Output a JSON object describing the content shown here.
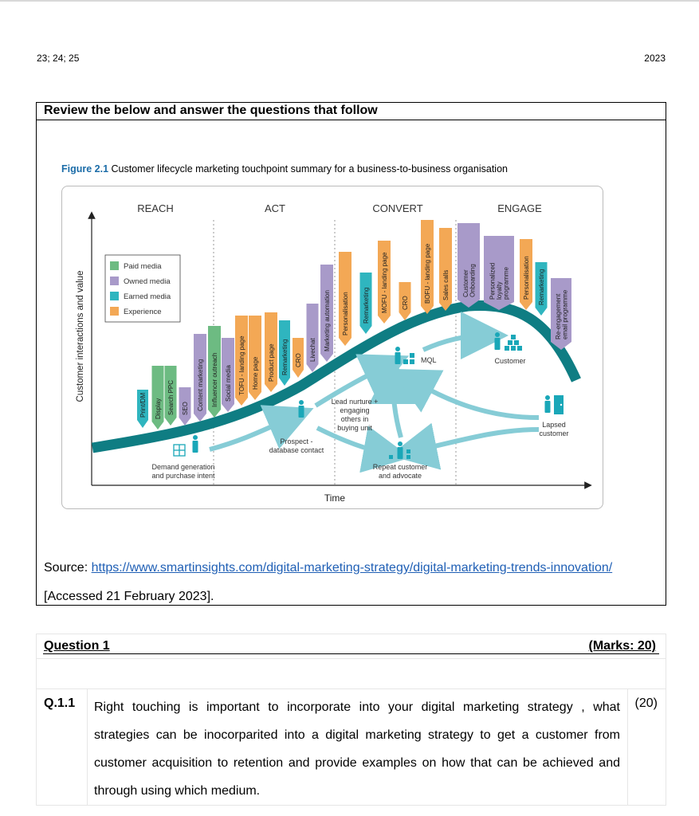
{
  "header": {
    "left": "23; 24; 25",
    "right": "2023"
  },
  "review": {
    "title": "Review the below  and answer the questions that follow",
    "figure_number": "Figure 2.1",
    "figure_caption": "Customer lifecycle marketing touchpoint summary for a business-to-business organisation",
    "source_label": "Source: ",
    "source_link": "https://www.smartinsights.com/digital-marketing-strategy/digital-marketing-trends-innovation/ ",
    "source_accessed": "[Accessed 21 February 2023]."
  },
  "diagram": {
    "stages": [
      "REACH",
      "ACT",
      "CONVERT",
      "ENGAGE"
    ],
    "y_axis_label": "Customer interactions and value",
    "x_axis_label": "Time",
    "legend": [
      {
        "label": "Paid media",
        "color": "#6dbb82"
      },
      {
        "label": "Owned media",
        "color": "#a89ac9"
      },
      {
        "label": "Earned media",
        "color": "#2fb5bf"
      },
      {
        "label": "Experience",
        "color": "#f3a855"
      }
    ],
    "touchpoints": [
      {
        "label": "Print/DM",
        "type": "Earned media"
      },
      {
        "label": "Display",
        "type": "Paid media"
      },
      {
        "label": "Search PPC",
        "type": "Paid media"
      },
      {
        "label": "SEO",
        "type": "Owned media"
      },
      {
        "label": "Content marketing",
        "type": "Owned media"
      },
      {
        "label": "Influencer outreach",
        "type": "Paid media"
      },
      {
        "label": "Social media",
        "type": "Owned media"
      },
      {
        "label": "TOFU - landing page",
        "type": "Experience"
      },
      {
        "label": "Home page",
        "type": "Experience"
      },
      {
        "label": "Product page",
        "type": "Experience"
      },
      {
        "label": "Remarketing",
        "type": "Earned media"
      },
      {
        "label": "CRO",
        "type": "Experience"
      },
      {
        "label": "Livechat",
        "type": "Owned media"
      },
      {
        "label": "Marketing automation",
        "type": "Owned media"
      },
      {
        "label": "Personalisation",
        "type": "Experience"
      },
      {
        "label": "Remarketing",
        "type": "Earned media"
      },
      {
        "label": "MOFU - landing page",
        "type": "Experience"
      },
      {
        "label": "CRO",
        "type": "Experience"
      },
      {
        "label": "BOFU - landing page",
        "type": "Experience"
      },
      {
        "label": "Sales calls",
        "type": "Experience"
      },
      {
        "label": "Customer Onboarding",
        "type": "Owned media"
      },
      {
        "label": "Personalized loyalty programme",
        "type": "Owned media"
      },
      {
        "label": "Personalisation",
        "type": "Experience"
      },
      {
        "label": "Remarketing",
        "type": "Earned media"
      },
      {
        "label": "Re-engagement email programme",
        "type": "Owned media"
      }
    ],
    "nodes": {
      "demand": [
        "Demand generation",
        "and purchase intent"
      ],
      "prospect": [
        "Prospect -",
        "database contact"
      ],
      "lead": [
        "Lead nurture +",
        "engaging",
        "others in",
        "buying unit"
      ],
      "mql": "MQL",
      "customer": "Customer",
      "repeat": [
        "Repeat customer",
        "and advocate"
      ],
      "lapsed": [
        "Lapsed",
        "customer"
      ]
    }
  },
  "question": {
    "title": "Question 1",
    "marks": "(Marks: 20)",
    "number": "Q.1.1",
    "text": "Right touching is important to incorporate into your digital marketing strategy , what strategies can be inocorparited into a digital marketing strategy to get a customer from customer acquisition to retention and provide examples on how that can be achieved and through using which medium.",
    "score": "(20)"
  }
}
